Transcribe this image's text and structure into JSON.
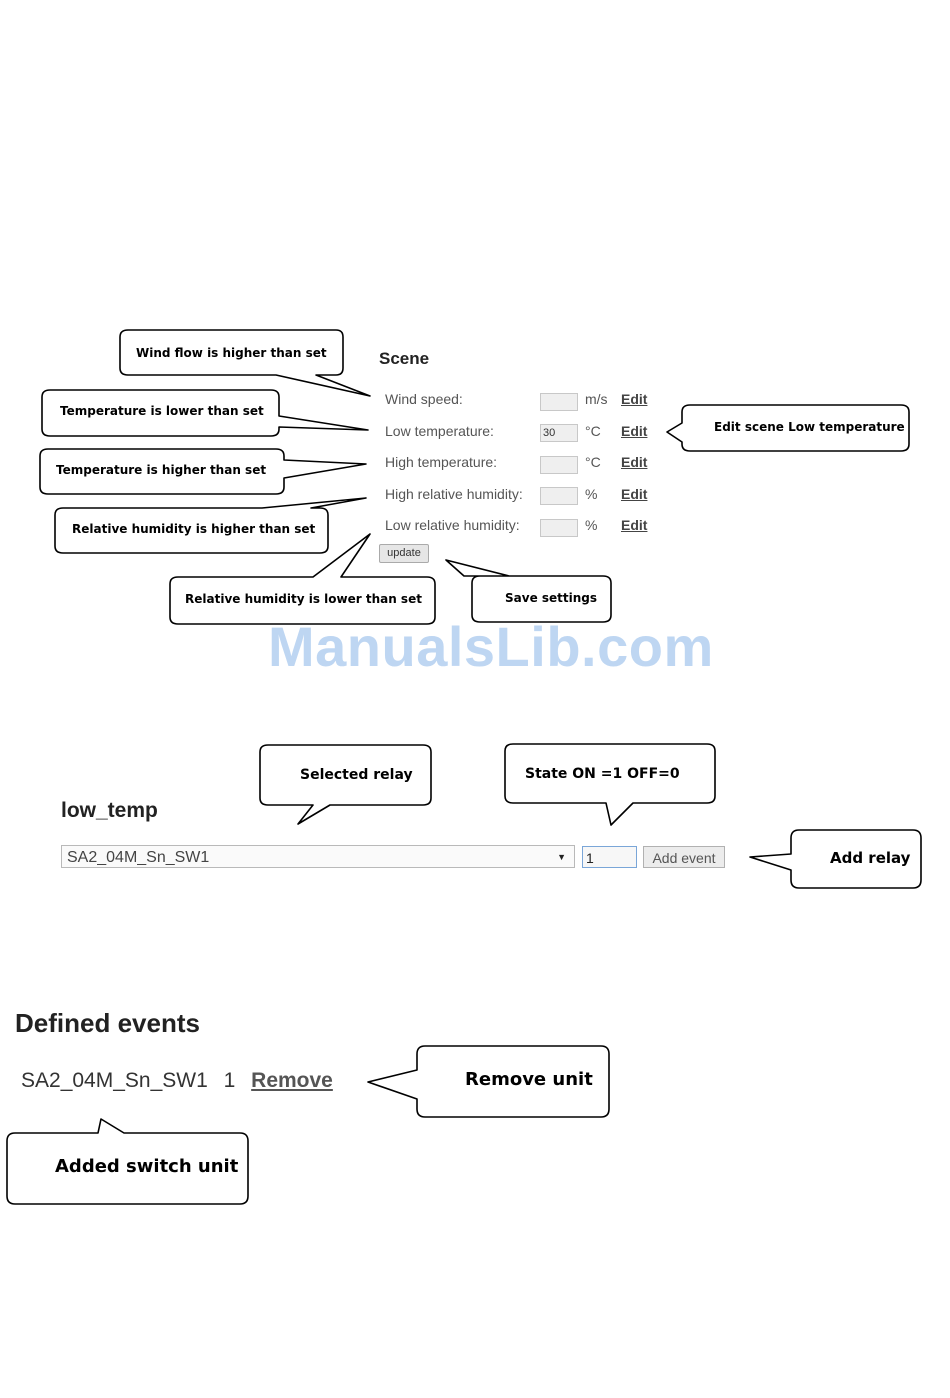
{
  "scene": {
    "heading": "Scene",
    "rows": [
      {
        "label": "Wind speed:",
        "value": "",
        "unit": "m/s",
        "edit": "Edit"
      },
      {
        "label": "Low temperature:",
        "value": "30",
        "unit": "°C",
        "edit": "Edit"
      },
      {
        "label": "High temperature:",
        "value": "",
        "unit": "°C",
        "edit": "Edit"
      },
      {
        "label": "High relative humidity:",
        "value": "",
        "unit": "%",
        "edit": "Edit"
      },
      {
        "label": "Low relative humidity:",
        "value": "",
        "unit": "%",
        "edit": "Edit"
      }
    ],
    "update_label": "update"
  },
  "watermark": "ManualsLib.com",
  "relay": {
    "title": "low_temp",
    "selected": "SA2_04M_Sn_SW1",
    "state_value": "1",
    "add_event_label": "Add event"
  },
  "defined": {
    "heading": "Defined events",
    "items": [
      {
        "unit": "SA2_04M_Sn_SW1",
        "state": "1",
        "remove": "Remove"
      }
    ]
  },
  "callouts": {
    "wind": "Wind flow is higher than set",
    "temp_low": "Temperature is lower than set",
    "temp_high": "Temperature is higher than set",
    "rh_high": "Relative humidity is higher than set",
    "rh_low": "Relative humidity is lower than set",
    "save": "Save settings",
    "edit_low": "Edit scene Low temperature",
    "selected_relay": "Selected relay",
    "state": "State ON =1 OFF=0",
    "add_relay": "Add relay",
    "remove_unit": "Remove unit",
    "added_switch": "Added switch unit"
  }
}
